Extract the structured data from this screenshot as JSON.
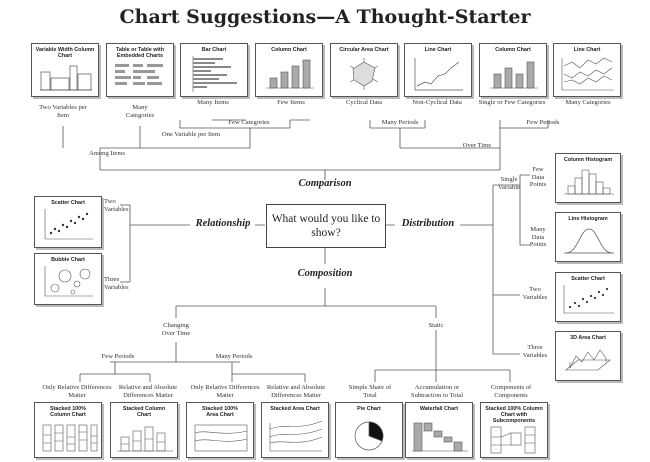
{
  "title": "Chart Suggestions—A Thought-Starter",
  "question": "What would you like to show?",
  "categories": {
    "comparison": "Comparison",
    "relationship": "Relationship",
    "distribution": "Distribution",
    "composition": "Composition"
  },
  "cards": {
    "variable_width": "Variable Width Column Chart",
    "table_embedded": "Table or Table with Embedded Charts",
    "bar_chart": "Bar Chart",
    "column_few_items": "Column Chart",
    "circular_area": "Circular Area Chart",
    "line_cyclical": "Line Chart",
    "column_few_periods": "Column Chart",
    "line_many_periods": "Line Chart",
    "scatter": "Scatter Chart",
    "bubble": "Bubble Chart",
    "column_histogram": "Column Histogram",
    "line_histogram": "Line Histogram",
    "scatter_two_var": "Scatter Chart",
    "area_3d": "3D Area Chart",
    "stacked_100_column": "Stacked 100% Column Chart",
    "stacked_column": "Stacked Column Chart",
    "stacked_100_area": "Stacked 100% Area Chart",
    "stacked_area": "Stacked Area Chart",
    "pie": "Pie Chart",
    "waterfall": "Waterfall Chart",
    "stacked_100_subcomponents": "Stacked 100% Column Chart with Subcomponents"
  },
  "labels": {
    "two_vars_per_item": "Two Variables per Item",
    "many_categories_1": "Many Categories",
    "many_items": "Many Items",
    "few_items": "Few Items",
    "few_categories_1": "Few Categories",
    "one_var_per_item": "One Variable per Item",
    "among_items": "Among Items",
    "cyclical_data": "Cyclical Data",
    "non_cyclical_data": "Non-Cyclical Data",
    "single_or_few_categories": "Single or Few Categories",
    "many_categories_2": "Many Categories",
    "many_periods_1": "Many Periods",
    "few_periods_1": "Few Periods",
    "over_time": "Over Time",
    "two_variables_rel": "Two Variables",
    "three_variables_rel": "Three Variables",
    "single_variable": "Single Variable",
    "few_data_points": "Few Data Points",
    "many_data_points": "Many Data Points",
    "two_variables_dist": "Two Variables",
    "three_variables_dist": "Three Variables",
    "changing_over_time": "Changing Over Time",
    "static": "Static",
    "few_periods_2": "Few Periods",
    "many_periods_2": "Many Periods",
    "only_relative_1": "Only Relative Differences Matter",
    "relative_absolute_1": "Relative and Absolute Differences Matter",
    "only_relative_2": "Only Relative Differences Matter",
    "relative_absolute_2": "Relative and Absolute Differences Matter",
    "simple_share": "Simple Share of Total",
    "accumulation": "Accumulation or Subtraction to Total",
    "components_of_components": "Components of Components"
  }
}
